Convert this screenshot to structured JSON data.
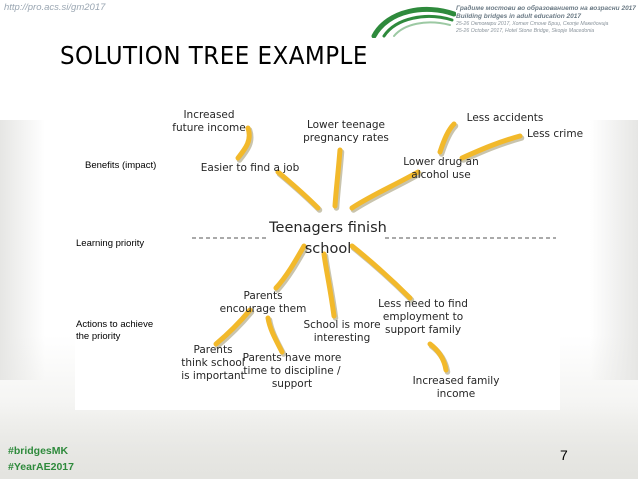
{
  "header": {
    "url": "http://pro.acs.si/gm2017",
    "conference_title_mk": "Градиме мостови во образованието на возрасни 2017",
    "conference_title_en": "Building bridges in adult education 2017",
    "conference_date_mk": "25-26 Октомври 2017, Хотел Стоне Бриџ, Скопје Македонија",
    "conference_date_en": "25-26 October 2017, Hotel Stone Bridge, Skopje Macedonia"
  },
  "slide": {
    "title": "SOLUTION TREE EXAMPLE",
    "labels": {
      "benefits": "Benefits (impact)",
      "learning": "Learning priority",
      "actions_line1": "Actions to achieve",
      "actions_line2": "the priority"
    },
    "tree": {
      "center": [
        "Teenagers finish",
        "school"
      ],
      "benefits": {
        "increased_future_income": [
          "Increased",
          "future income"
        ],
        "easier_job": [
          "Easier to find a job"
        ],
        "lower_pregnancy": [
          "Lower teenage",
          "pregnancy rates"
        ],
        "lower_drug": [
          "Lower drug an",
          "alcohol use"
        ],
        "less_accidents": [
          "Less accidents"
        ],
        "less_crime": [
          "Less crime"
        ]
      },
      "actions": {
        "parents_encourage": [
          "Parents",
          "encourage them"
        ],
        "parents_think": [
          "Parents",
          "think school",
          "is important"
        ],
        "parents_time": [
          "Parents have more",
          "time to discipline /",
          "support"
        ],
        "school_interesting": [
          "School is more",
          "interesting"
        ],
        "less_need_job": [
          "Less need to find",
          "employment to",
          "support family"
        ],
        "increased_family_income": [
          "Increased family",
          "income"
        ]
      }
    },
    "page_number": "7"
  },
  "footer": {
    "hashtag_1": "#bridgesMK",
    "hashtag_2": "#YearAE2017"
  },
  "colors": {
    "branch": "#f2b92b",
    "branch_shadow": "#c9c4ad",
    "hashtag": "#2e8a3c",
    "logo_green": "#2e8a3c"
  }
}
